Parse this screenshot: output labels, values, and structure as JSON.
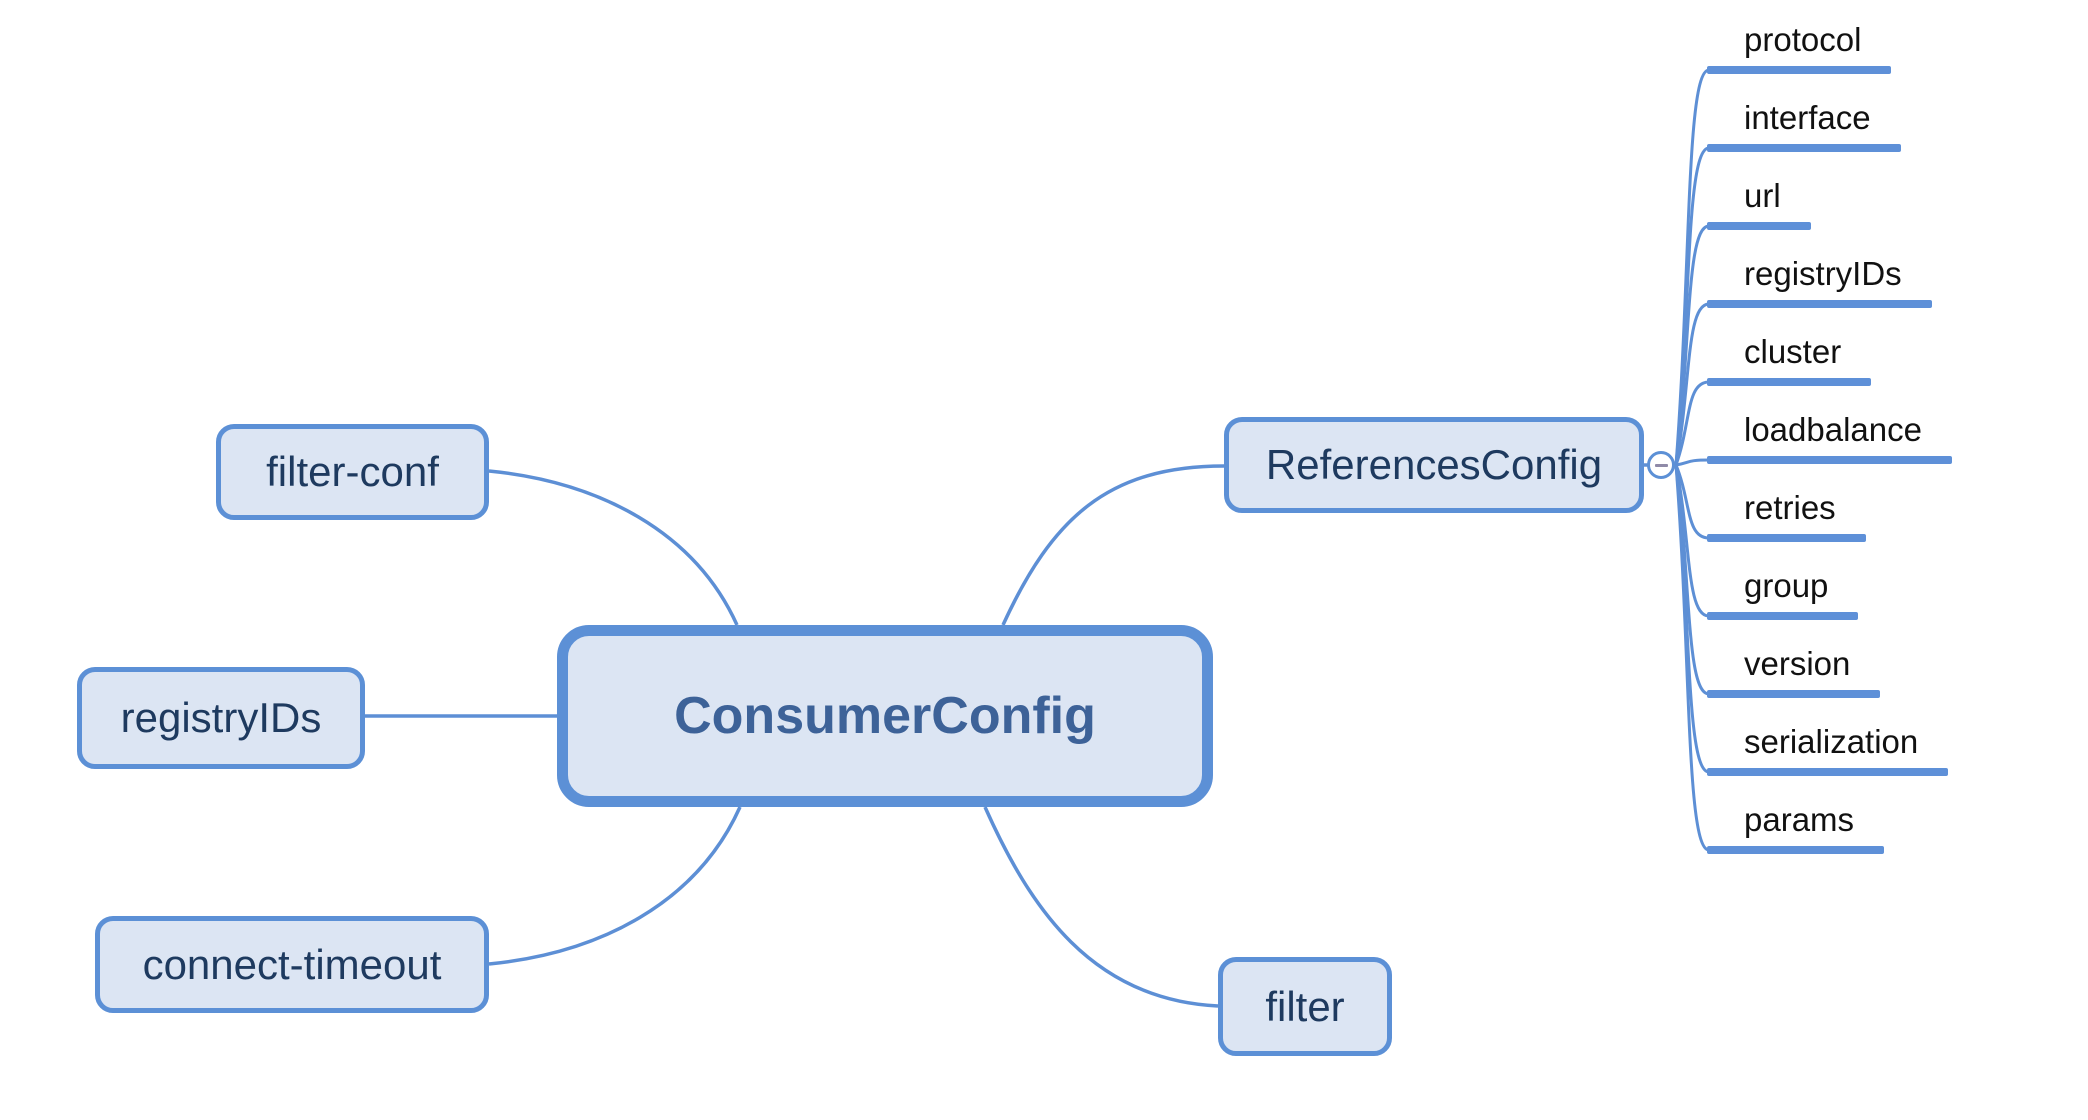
{
  "mindmap": {
    "root": {
      "label": "ConsumerConfig"
    },
    "topics": {
      "filter_conf": {
        "label": "filter-conf"
      },
      "registry_ids": {
        "label": "registryIDs"
      },
      "connect_timeout": {
        "label": "connect-timeout"
      },
      "references_config": {
        "label": "ReferencesConfig"
      },
      "filter": {
        "label": "filter"
      }
    },
    "references_children": [
      "protocol",
      "interface",
      "url",
      "registryIDs",
      "cluster",
      "loadbalance",
      "retries",
      "group",
      "version",
      "serialization",
      "params"
    ],
    "collapse_button": {
      "icon": "minus-icon"
    },
    "colors": {
      "line": "#5d8fd5",
      "node_border": "#5c90d6",
      "node_fill": "#dce5f3",
      "root_text": "#3d6298",
      "topic_text": "#1e3a5f",
      "attribute_text": "#111111",
      "underline": "#5e90d8",
      "collapse_minus": "#8f8aa8",
      "background": "#ffffff"
    }
  }
}
